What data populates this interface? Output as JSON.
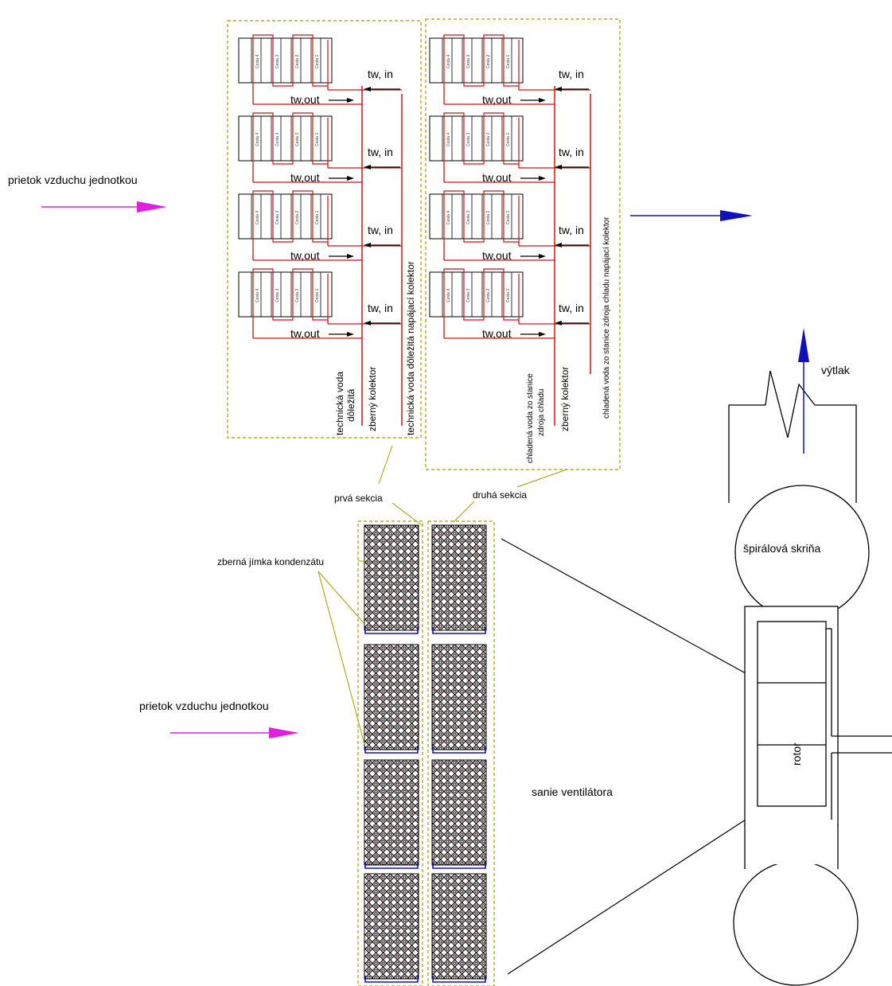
{
  "labels": {
    "airflow_top": "prietok vzduchu jednotkou",
    "airflow_bottom": "prietok vzduchu jednotkou",
    "tw_in": "tw, in",
    "tw_out": "tw,out",
    "section1_vertical_1a": "technická voda",
    "section1_vertical_1b": "dôležitá",
    "section1_vertical_2": "zberný kolektor",
    "section1_vertical_3": "technická voda dôležitá napájací kolektor",
    "section2_vertical_1a": "chladená voda zo stanice",
    "section2_vertical_1b": "zdroja chladu",
    "section2_vertical_2": "zberný kolektor",
    "section2_vertical_3": "chladená voda zo stanice zdroja chladu napájací kolektor",
    "first_section": "prvá sekcia",
    "second_section": "druhá sekcia",
    "condensate_sump": "zberná jímka kondenzátu",
    "discharge": "výtlak",
    "spiral_casing": "špirálová skriňa",
    "rotor": "rotor",
    "fan_suction": "sanie ventilátora",
    "cell_labels": [
      "Cesta 4",
      "Cesta 3",
      "Cesta 2",
      "Cesta 1"
    ]
  },
  "colors": {
    "airflow_arrow": "#e020e0",
    "outlet_arrow": "#1010c0",
    "discharge_arrow": "#1010c0",
    "pipe": "#d01010",
    "section_border": "#a0a000",
    "leader": "#a0a000",
    "sump": "#1010c0"
  }
}
